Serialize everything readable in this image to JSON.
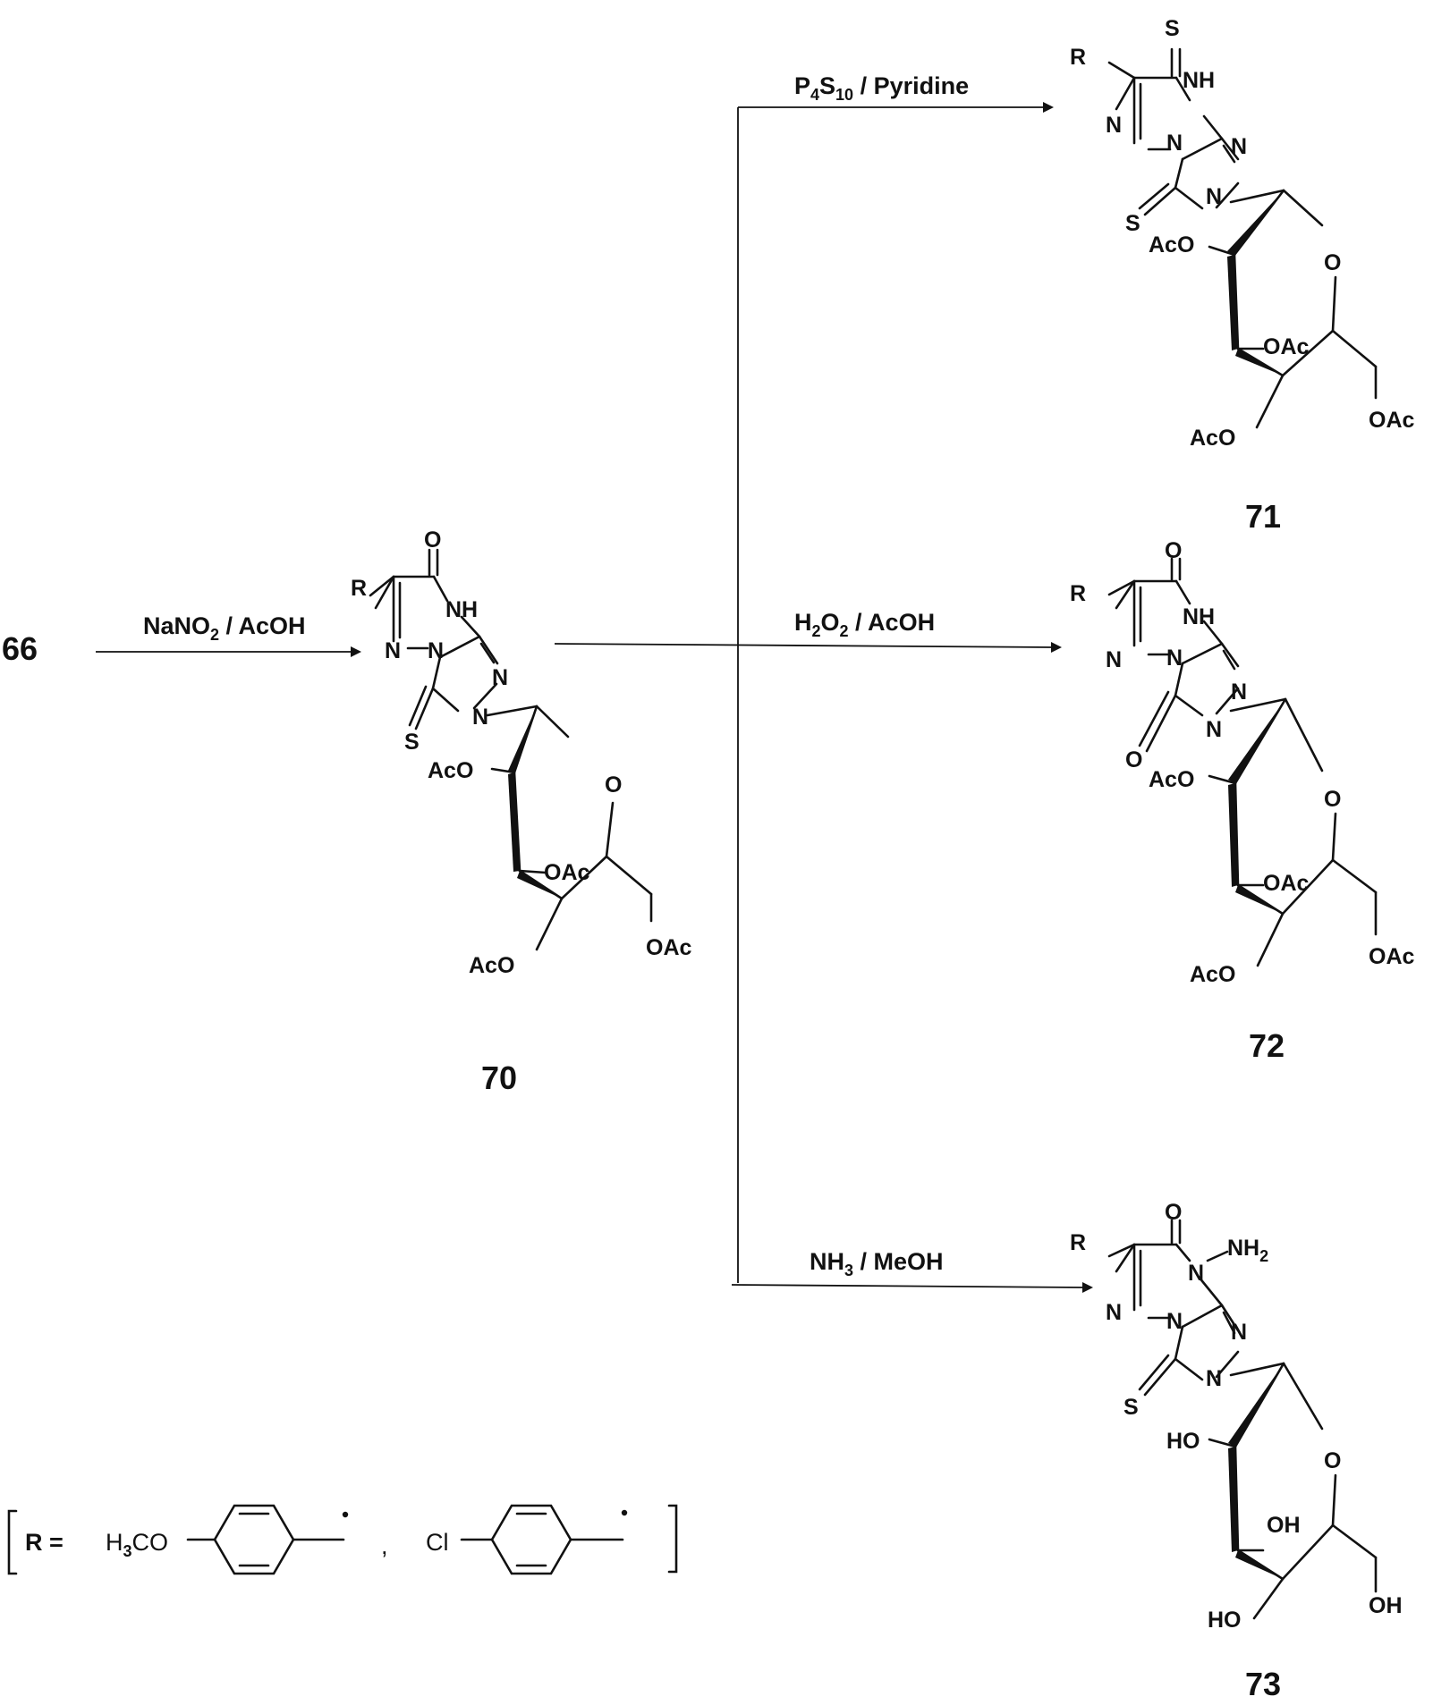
{
  "starting_material": "66",
  "compounds": {
    "c70": "70",
    "c71": "71",
    "c72": "72",
    "c73": "73"
  },
  "reagents": {
    "r70": {
      "a": "NaNO",
      "sub": "2",
      "b": " / AcOH"
    },
    "r71": {
      "a": "P",
      "sub1": "4",
      "b": "S",
      "sub2": "10",
      "c": " / Pyridine"
    },
    "r72": {
      "a": "H",
      "sub1": "2",
      "b": "O",
      "sub2": "2",
      "c": "  / AcOH"
    },
    "r73": {
      "a": "NH",
      "sub": "3",
      "b": " / MeOH"
    }
  },
  "atoms": {
    "R": "R",
    "O": "O",
    "S": "S",
    "NH": "NH",
    "N": "N",
    "AcO": "AcO",
    "OAc": "OAc",
    "HO": "HO",
    "OH": "OH",
    "NH2": "NH",
    "NH2_sub": "2"
  },
  "substituent_legend": {
    "label": "R =",
    "group1": {
      "a": "H",
      "sub": "3",
      "b": "CO"
    },
    "group2": "Cl",
    "separator": ","
  }
}
